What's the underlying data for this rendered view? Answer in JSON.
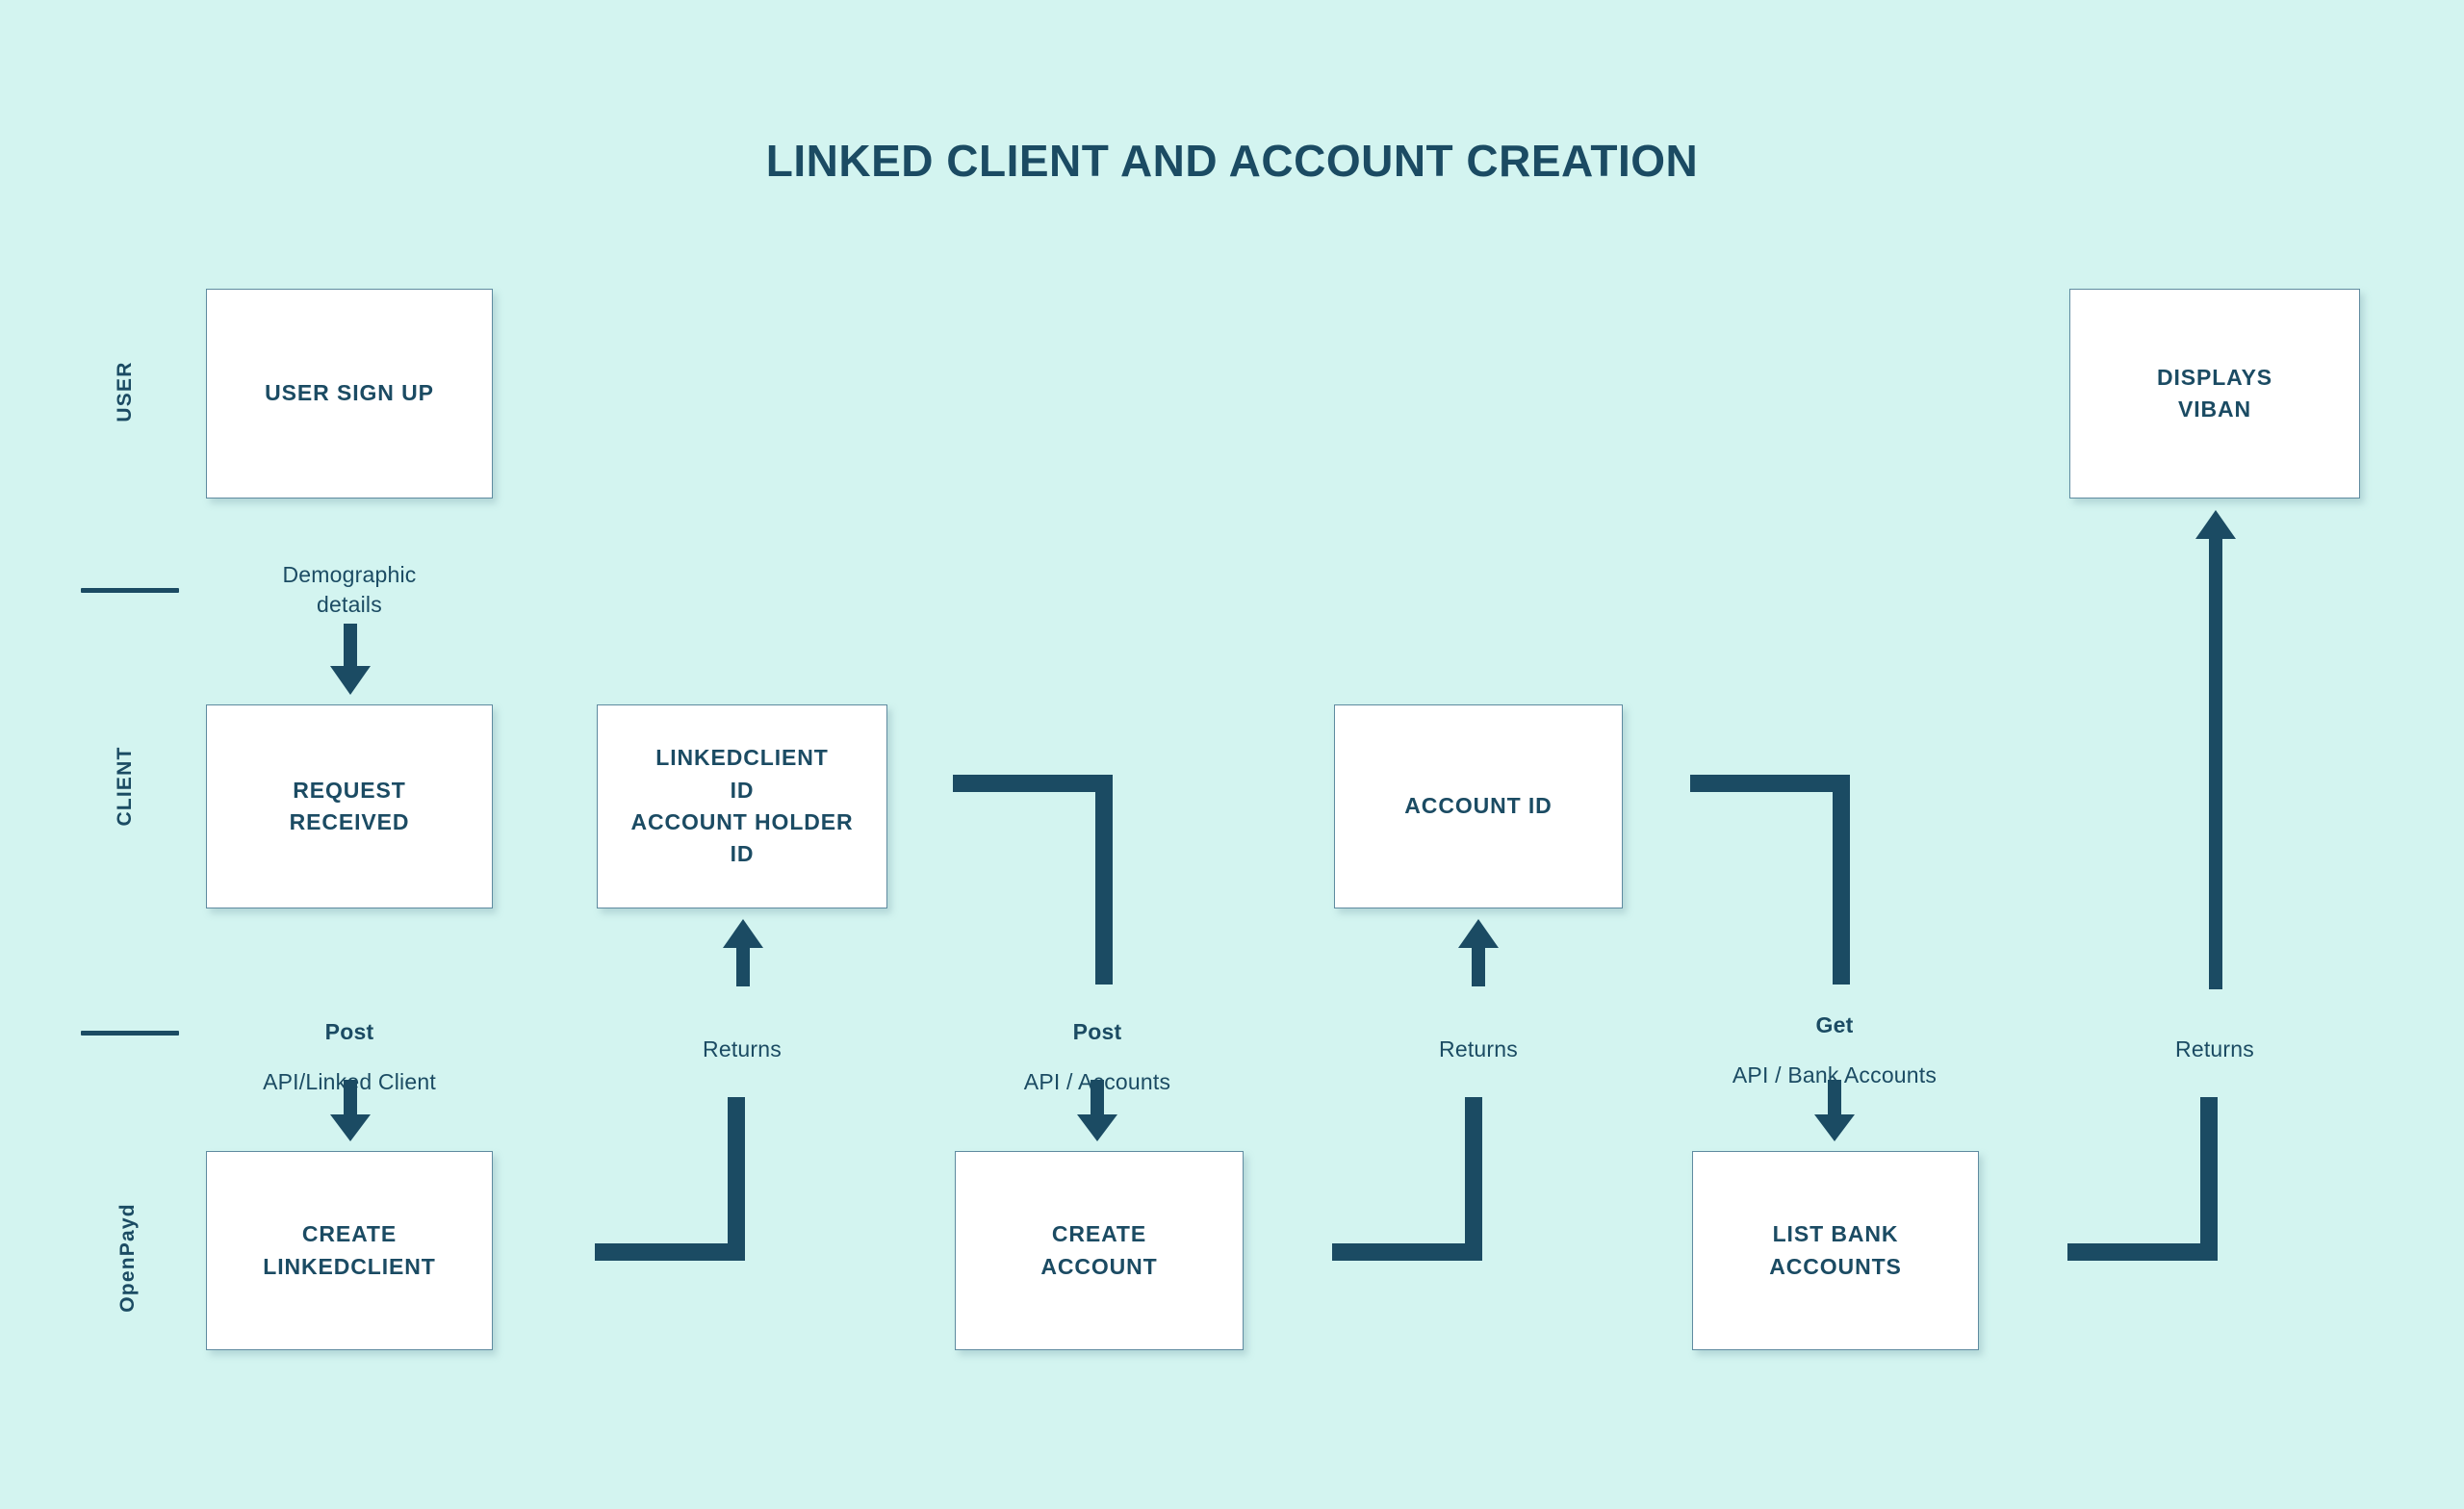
{
  "page": {
    "title": "LINKED CLIENT AND ACCOUNT CREATION",
    "background_color": "#d3f4f0",
    "accent_color": "#1b4b63",
    "box_fill": "#ffffff",
    "box_border": "#5f8ba0"
  },
  "lanes": [
    {
      "id": "user",
      "label": "USER"
    },
    {
      "id": "client",
      "label": "CLIENT"
    },
    {
      "id": "openpayd",
      "label": "OpenPayd"
    }
  ],
  "boxes": [
    {
      "id": "user-sign-up",
      "lane": "user",
      "label": "USER SIGN UP"
    },
    {
      "id": "displays-viban",
      "lane": "user",
      "label": "DISPLAYS\nVIBAN"
    },
    {
      "id": "request-received",
      "lane": "client",
      "label": "REQUEST\nRECEIVED"
    },
    {
      "id": "linkedclient-ids",
      "lane": "client",
      "label": "LINKEDCLIENT\nID\nACCOUNT HOLDER\nID"
    },
    {
      "id": "account-id",
      "lane": "client",
      "label": "ACCOUNT ID"
    },
    {
      "id": "create-linkedclient",
      "lane": "openpayd",
      "label": "CREATE\nLINKEDCLIENT"
    },
    {
      "id": "create-account",
      "lane": "openpayd",
      "label": "CREATE\nACCOUNT"
    },
    {
      "id": "list-bank-accounts",
      "lane": "openpayd",
      "label": "LIST BANK\nACCOUNTS"
    }
  ],
  "edges": [
    {
      "id": "demographic-details",
      "from": "user-sign-up",
      "to": "request-received",
      "strong": "",
      "normal": "Demographic\ndetails",
      "direction": "down"
    },
    {
      "id": "post-linked-client",
      "from": "request-received",
      "to": "create-linkedclient",
      "strong": "Post",
      "normal": "API/Linked Client",
      "direction": "down"
    },
    {
      "id": "returns-linkedclient",
      "from": "create-linkedclient",
      "to": "linkedclient-ids",
      "strong": "",
      "normal": "Returns",
      "direction": "up"
    },
    {
      "id": "post-accounts",
      "from": "linkedclient-ids",
      "to": "create-account",
      "strong": "Post",
      "normal": "API / Accounts",
      "direction": "down"
    },
    {
      "id": "returns-account-id",
      "from": "create-account",
      "to": "account-id",
      "strong": "",
      "normal": "Returns",
      "direction": "up"
    },
    {
      "id": "get-bank-accounts",
      "from": "account-id",
      "to": "list-bank-accounts",
      "strong": "Get",
      "normal": "API / Bank Accounts",
      "direction": "down"
    },
    {
      "id": "returns-viban",
      "from": "list-bank-accounts",
      "to": "displays-viban",
      "strong": "",
      "normal": "Returns",
      "direction": "up"
    }
  ]
}
